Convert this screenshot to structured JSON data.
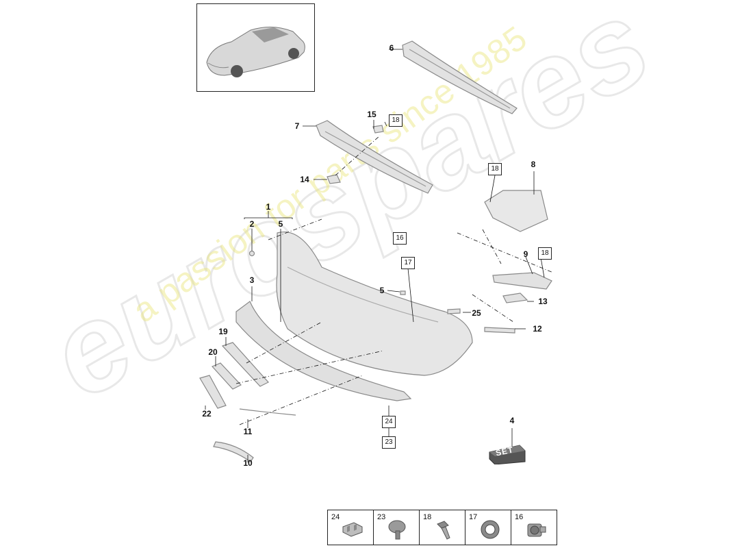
{
  "watermark": {
    "logo": "eurospares",
    "tagline": "a passion for parts since 1985"
  },
  "callouts": {
    "c1": "1",
    "c2": "2",
    "c3": "3",
    "c4": "4",
    "c5a": "5",
    "c5b": "5",
    "c6": "6",
    "c7": "7",
    "c8": "8",
    "c9": "9",
    "c10": "10",
    "c11": "11",
    "c12": "12",
    "c13": "13",
    "c14": "14",
    "c15": "15",
    "c19": "19",
    "c20": "20",
    "c22": "22",
    "c25": "25"
  },
  "boxed": {
    "b18a": "18",
    "b18b": "18",
    "b18c": "18",
    "b16": "16",
    "b17": "17",
    "b24": "24",
    "b23": "23"
  },
  "set_label": "SET",
  "legend": [
    {
      "num": "24",
      "icon": "clip-icon"
    },
    {
      "num": "23",
      "icon": "screw-icon"
    },
    {
      "num": "18",
      "icon": "bolt-icon"
    },
    {
      "num": "17",
      "icon": "ring-icon"
    },
    {
      "num": "16",
      "icon": "sensor-icon"
    }
  ]
}
